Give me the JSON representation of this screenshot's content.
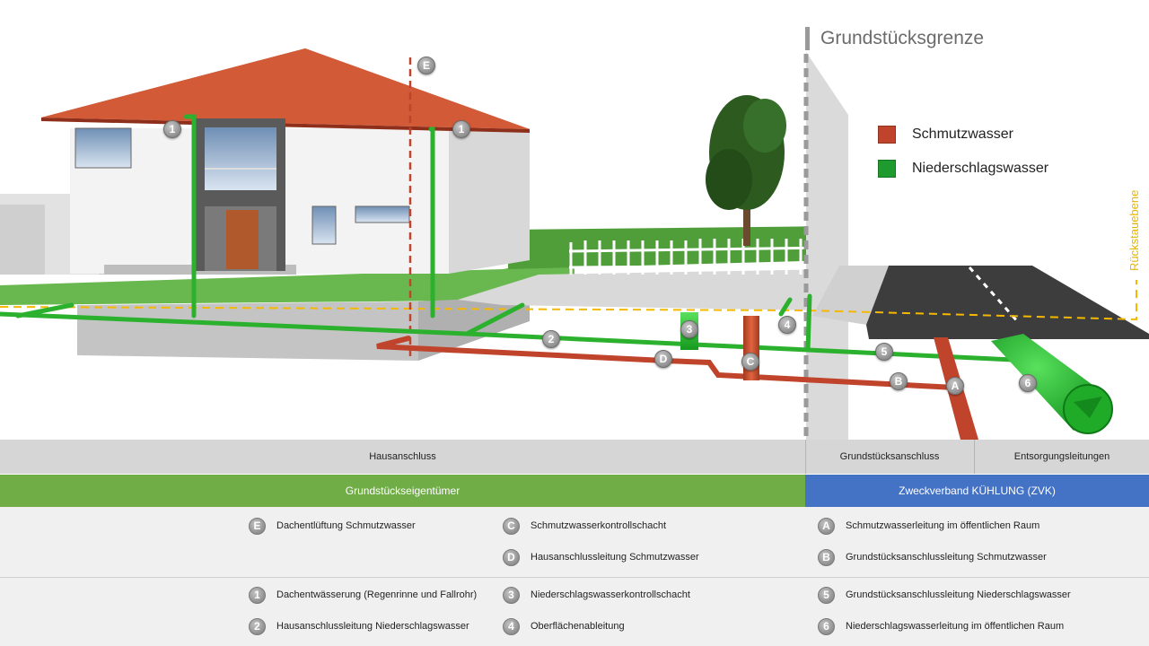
{
  "title": "Grundstücksgrenze",
  "legend": [
    {
      "label": "Schmutzwasser",
      "color": "#c0442c"
    },
    {
      "label": "Niederschlagswasser",
      "color": "#1f9a2e"
    }
  ],
  "rueckstauebene_label": "Rückstauebene",
  "colors": {
    "schmutzwasser": "#c0442c",
    "niederschlagswasser": "#2bb12e",
    "band_green": "#70ad47",
    "band_blue": "#4472c4",
    "rueckstau_line": "#f5b800"
  },
  "markers": {
    "E": "E",
    "one": "1",
    "two": "2",
    "three": "3",
    "four": "4",
    "five": "5",
    "six": "6",
    "A": "A",
    "B": "B",
    "C": "C",
    "D": "D"
  },
  "bands": {
    "hausanschluss": "Hausanschluss",
    "grundstuecksanschluss": "Grundstücksanschluss",
    "entsorgungsleitungen": "Entsorgungsleitungen",
    "eigentuemer": "Grundstückseigentümer",
    "zweckverband": "Zweckverband  KÜHLUNG  (ZVK)"
  },
  "items": {
    "E": {
      "badge": "E",
      "text": "Dachentlüftung Schmutzwasser"
    },
    "C": {
      "badge": "C",
      "text": "Schmutzwasserkontrollschacht"
    },
    "A": {
      "badge": "A",
      "text": "Schmutzwasserleitung im öffentlichen Raum"
    },
    "D": {
      "badge": "D",
      "text": "Hausanschlussleitung Schmutzwasser"
    },
    "B": {
      "badge": "B",
      "text": "Grundstücksanschlussleitung Schmutzwasser"
    },
    "1": {
      "badge": "1",
      "text": "Dachentwässerung (Regenrinne und Fallrohr)"
    },
    "3": {
      "badge": "3",
      "text": "Niederschlagswasserkontrollschacht"
    },
    "5": {
      "badge": "5",
      "text": "Grundstücksanschlussleitung Niederschlagswasser"
    },
    "2": {
      "badge": "2",
      "text": "Hausanschlussleitung Niederschlagswasser"
    },
    "4": {
      "badge": "4",
      "text": "Oberflächenableitung"
    },
    "6": {
      "badge": "6",
      "text": "Niederschlagswasserleitung im öffentlichen Raum"
    }
  }
}
